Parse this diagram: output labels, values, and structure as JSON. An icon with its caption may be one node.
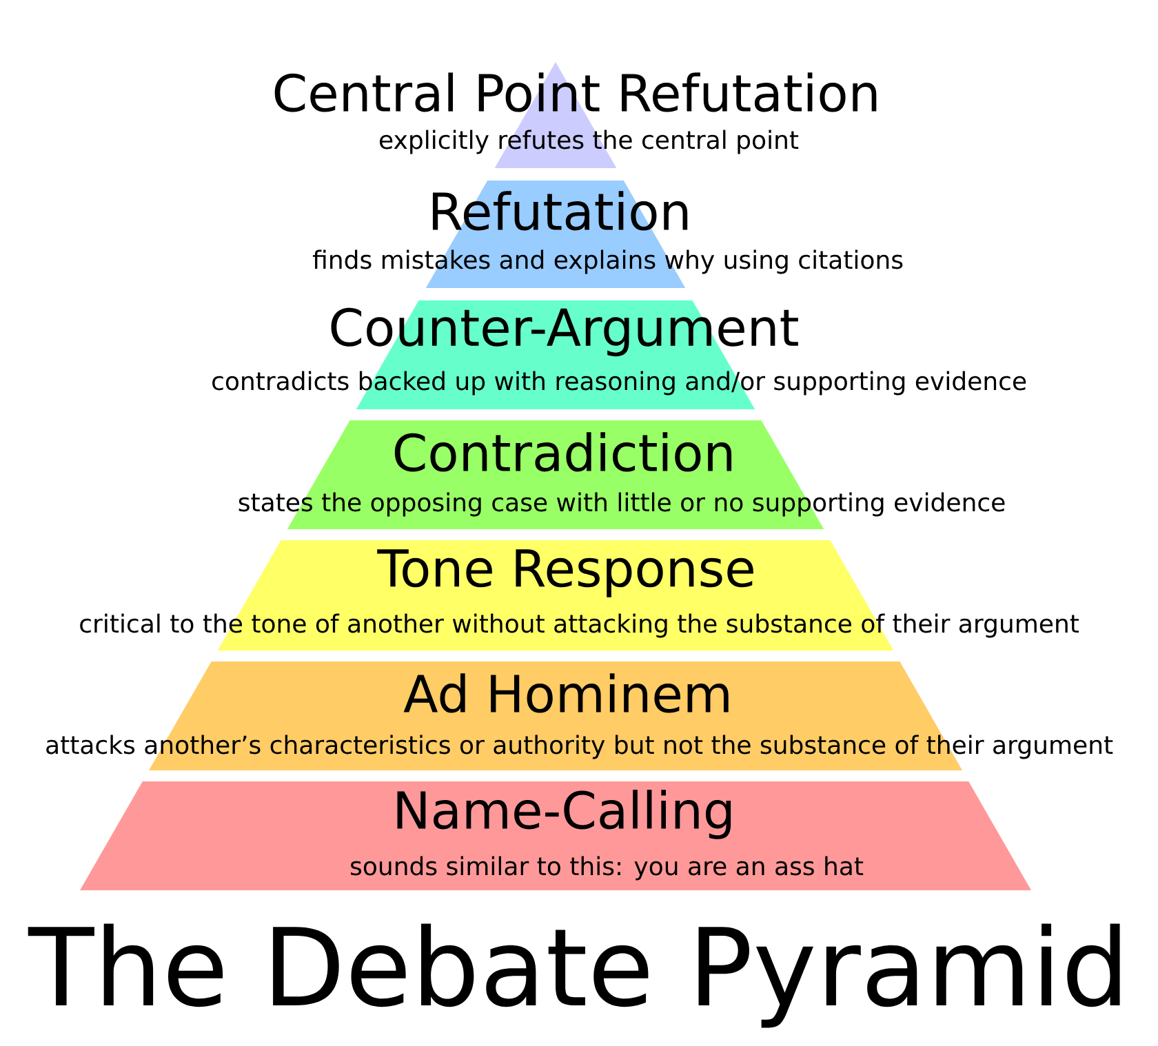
{
  "diagram": {
    "title": "The Debate Pyramid",
    "nodes": [
      {
        "text": [
          "Central Point Refutation",
          "explicitly refutes the central point"
        ]
      },
      {
        "text": [
          "Refutation",
          "finds mistakes and explains why using citations"
        ]
      },
      {
        "text": [
          "Counter-Argument",
          "contradicts backed up with reasoning and/or supporting evidence"
        ]
      },
      {
        "text": [
          "Contradiction",
          "states the opposing case with little or no supporting evidence"
        ]
      },
      {
        "text": [
          "Tone Response",
          "critical to the tone of another without attacking the substance of their argument"
        ]
      },
      {
        "text": [
          "Ad Hominem",
          "attacks another’s characteristics or authority but not the substance of their argument"
        ]
      },
      {
        "text": [
          "Name-Calling",
          "sounds similar to this: you are an ass hat"
        ]
      }
    ]
  }
}
